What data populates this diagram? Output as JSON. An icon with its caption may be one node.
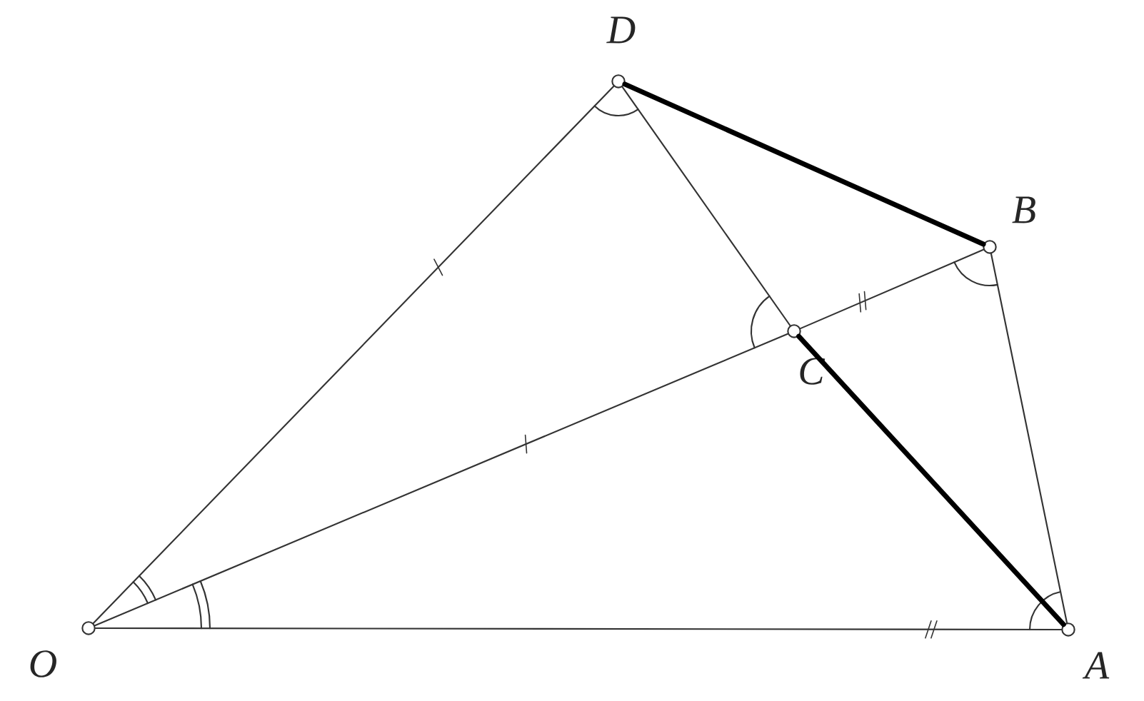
{
  "diagram": {
    "nodes": [
      {
        "text": [
          "O"
        ]
      },
      {
        "text": [
          "A"
        ]
      },
      {
        "text": [
          "B"
        ]
      },
      {
        "text": [
          "C"
        ]
      },
      {
        "text": [
          "D"
        ]
      }
    ],
    "edges": [
      {
        "from": 0,
        "to": 1,
        "arrow": "none"
      },
      {
        "from": 0,
        "to": 3,
        "arrow": "none"
      },
      {
        "from": 3,
        "to": 2,
        "arrow": "none"
      },
      {
        "from": 0,
        "to": 4,
        "arrow": "none"
      },
      {
        "from": 4,
        "to": 3,
        "arrow": "none"
      },
      {
        "from": 4,
        "to": 2,
        "arrow": "none",
        "style": "thick"
      },
      {
        "from": 3,
        "to": 1,
        "arrow": "none",
        "style": "thick"
      },
      {
        "from": 1,
        "to": 2,
        "arrow": "none"
      }
    ]
  }
}
